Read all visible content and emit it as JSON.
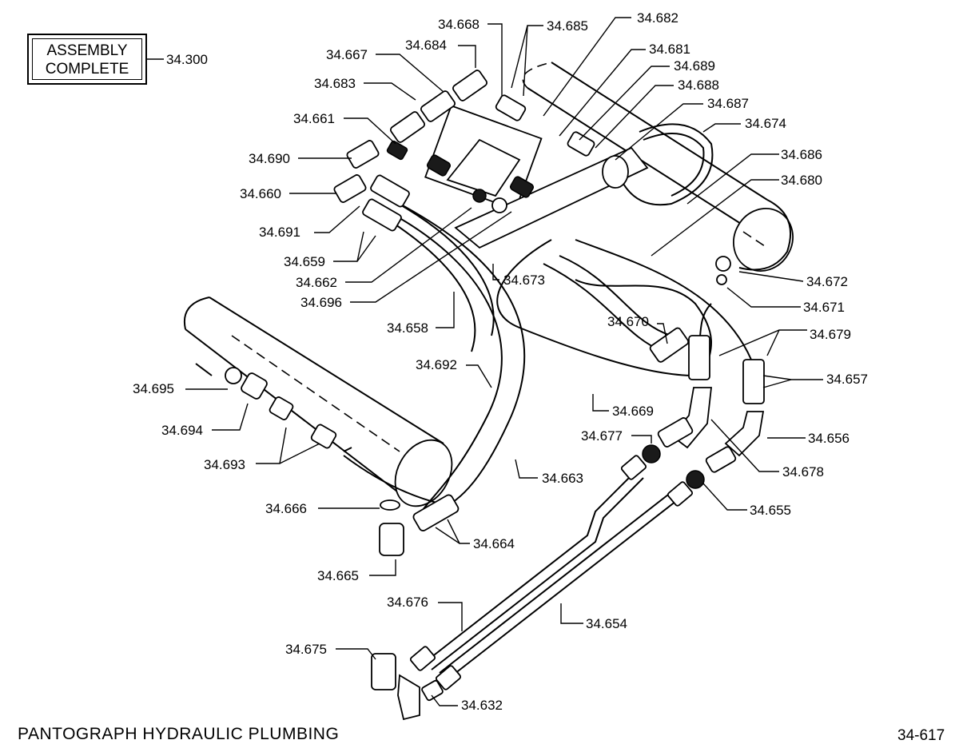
{
  "assembly": {
    "line1": "ASSEMBLY",
    "line2": "COMPLETE",
    "number": "34.300"
  },
  "callouts": {
    "c34668": "34.668",
    "c34685": "34.685",
    "c34682": "34.682",
    "c34684": "34.684",
    "c34667": "34.667",
    "c34681": "34.681",
    "c34689": "34.689",
    "c34683": "34.683",
    "c34688": "34.688",
    "c34687": "34.687",
    "c34661": "34.661",
    "c34674": "34.674",
    "c34690": "34.690",
    "c34686": "34.686",
    "c34680": "34.680",
    "c34660": "34.660",
    "c34691": "34.691",
    "c34659": "34.659",
    "c34662": "34.662",
    "c34673": "34.673",
    "c34672": "34.672",
    "c34696": "34.696",
    "c34671": "34.671",
    "c34670": "34.670",
    "c34658": "34.658",
    "c34679": "34.679",
    "c34692": "34.692",
    "c34657": "34.657",
    "c34695": "34.695",
    "c34669": "34.669",
    "c34694": "34.694",
    "c34677": "34.677",
    "c34656": "34.656",
    "c34693": "34.693",
    "c34678": "34.678",
    "c34663": "34.663",
    "c34666": "34.666",
    "c34655": "34.655",
    "c34664": "34.664",
    "c34665": "34.665",
    "c34676": "34.676",
    "c34654": "34.654",
    "c34675": "34.675",
    "c34632": "34.632"
  },
  "title": "PANTOGRAPH HYDRAULIC PLUMBING",
  "page_number": "34-617"
}
